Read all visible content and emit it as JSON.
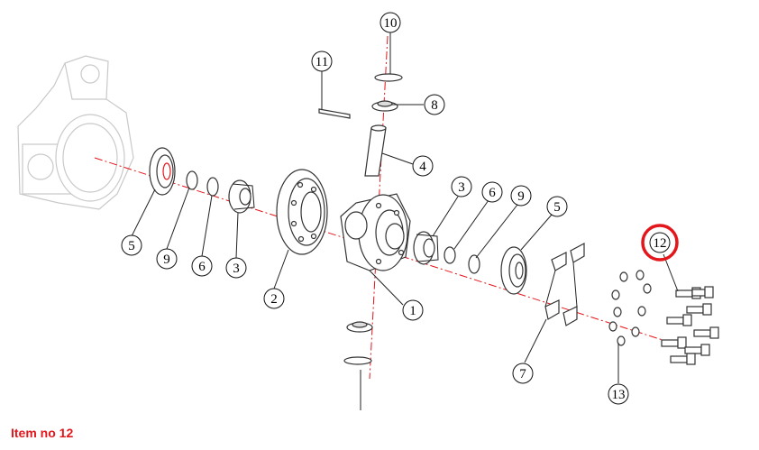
{
  "caption": "Item no 12",
  "highlight_color": "#e3161b",
  "callouts": {
    "c1": "1",
    "c2": "2",
    "c3a": "3",
    "c3b": "3",
    "c4": "4",
    "c5a": "5",
    "c5b": "5",
    "c6a": "6",
    "c6b": "6",
    "c7": "7",
    "c8": "8",
    "c9a": "9",
    "c9b": "9",
    "c10": "10",
    "c11": "11",
    "c12": "12",
    "c13": "13"
  }
}
